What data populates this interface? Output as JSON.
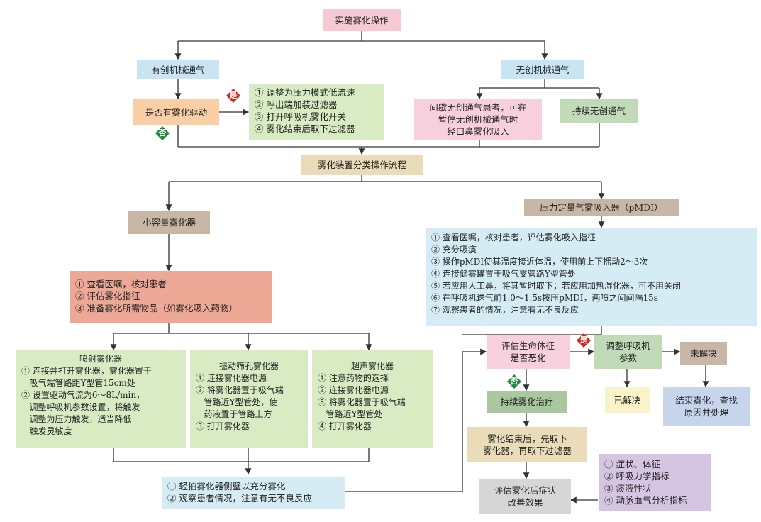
{
  "top": "实施雾化操作",
  "invasive": "有创机械通气",
  "noninvasive": "无创机械通气",
  "drive_question": "是否有雾化驱动",
  "yes": "是",
  "no": "否",
  "drive_steps": [
    "① 调整为压力模式低流速",
    "② 呼出端加装过滤器",
    "③ 打开呼吸机雾化开关",
    "④ 雾化结束后取下过滤器"
  ],
  "intermittent": [
    "间歇无创通气患者，可在",
    "暂停无创机械通气时",
    "经口鼻雾化吸入"
  ],
  "continuous": "持续无创通气",
  "device_flow": "雾化装置分类操作流程",
  "small_volume": "小容量雾化器",
  "pmdi": "压力定量气雾吸入器（pMDI）",
  "prep_steps": [
    "① 查看医嘱，核对患者",
    "② 评估雾化指征",
    "③ 准备雾化所需物品（如雾化吸入药物）"
  ],
  "jet": {
    "title": "喷射雾化器",
    "lines": [
      "① 连接并打开雾化器，雾化器置于",
      "   吸气端管路距Y型管15cm处",
      "② 设置驱动气流为6～8L/min，",
      "   调整呼吸机参数设置，将触发",
      "   调整为压力触发，适当降低",
      "   触发灵敏度"
    ]
  },
  "mesh": {
    "title": "振动筛孔雾化器",
    "lines": [
      "① 连接雾化器电源",
      "② 将雾化器置于吸气端",
      "   管路近Y型管处，使",
      "   药液置于管路上方",
      "③ 打开雾化器"
    ]
  },
  "ultra": {
    "title": "超声雾化器",
    "lines": [
      "① 注意药物的选择",
      "② 连接雾化器电源",
      "③ 将雾化器置于吸气端",
      "   管路近Y型管处",
      "④ 打开雾化器"
    ]
  },
  "tap_steps": [
    "① 轻拍雾化器侧壁以充分雾化",
    "② 观察患者情况，注意有无不良反应"
  ],
  "pmdi_steps": [
    "① 查看医嘱，核对患者，评估雾化吸入指征",
    "② 充分吸痰",
    "③ 操作pMDI使其温度接近体温，使用前上下摇动2～3次",
    "④ 连接储雾罐置于吸气支管路Y型管处",
    "⑤ 若应用人工鼻，将其暂时取下；若应用加热湿化器，可不用关闭",
    "⑥ 在呼吸机送气前1.0～1.5s按压pMDI，两喷之间间隔15s",
    "⑦ 观察患者的情况，注意有无不良反应"
  ],
  "vital": [
    "评估生命体征",
    "是否恶化"
  ],
  "adjust": [
    "调整呼吸机",
    "参数"
  ],
  "unresolved": "未解决",
  "resolved": "已解决",
  "stop": [
    "结束雾化，查找",
    "原因并处理"
  ],
  "continue": "持续雾化治疗",
  "after": [
    "雾化结束后，先取下",
    "雾化器，再取下过滤器"
  ],
  "evaluate": [
    "评估雾化后症状",
    "改善效果"
  ],
  "indicators": [
    "① 症状、体征",
    "② 呼吸力学指标",
    "③ 痰液性状",
    "④ 动脉血气分析指标"
  ],
  "colors": {
    "line": "#333333",
    "yes_badge": "#d7261e",
    "no_badge": "#1e8a3a"
  }
}
